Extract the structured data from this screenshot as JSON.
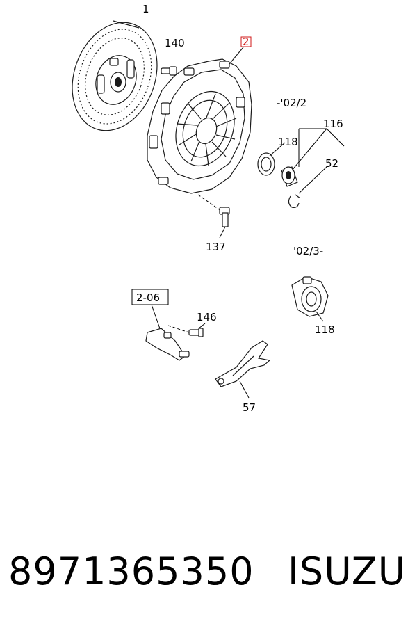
{
  "diagram": {
    "labels": {
      "clutch_disc": "1",
      "pilot_pin": "140",
      "pressure_plate_ref": "2",
      "year_range_a": "-'02/2",
      "bearing_a": "118",
      "bearing_group": "116",
      "clip": "52",
      "bolt": "137",
      "year_range_b": "'02/3-",
      "bearing_b": "118",
      "ref_box": "2-06",
      "bolt_b": "146",
      "release_fork": "57"
    },
    "colors": {
      "highlight": "#d01818",
      "ink": "#1a1a1a"
    }
  },
  "footer": {
    "part_number": "8971365350",
    "brand": "ISUZU"
  }
}
